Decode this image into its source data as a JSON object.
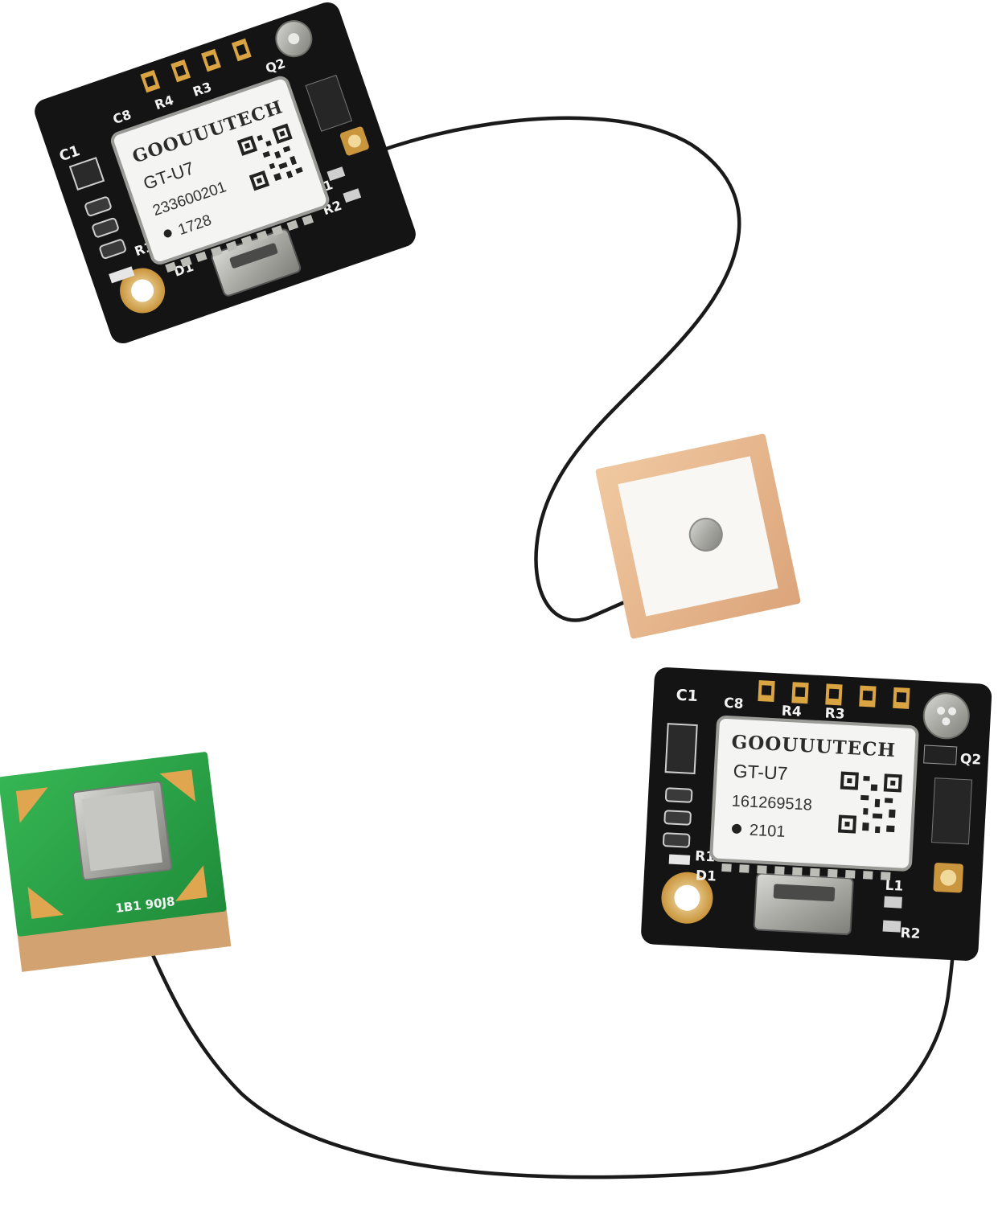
{
  "modules": [
    {
      "brand": "GOOUUUTECH",
      "model": "GT-U7",
      "serial": "233600201",
      "date_code": "1728",
      "silkscreen": {
        "c1": "C1",
        "c8": "C8",
        "r4": "R4",
        "r3": "R3",
        "q2": "Q2",
        "r1": "R1",
        "d1": "D1",
        "l1": "L1",
        "r2": "R2"
      }
    },
    {
      "brand": "GOOUUUTECH",
      "model": "GT-U7",
      "serial": "161269518",
      "date_code": "2101",
      "silkscreen": {
        "c1": "C1",
        "c8": "C8",
        "r4": "R4",
        "r3": "R3",
        "q2": "Q2",
        "r1": "R1",
        "d1": "D1",
        "l1": "L1",
        "r2": "R2"
      }
    }
  ],
  "antenna_small_label": "1B1 90J8",
  "colors": {
    "pcb": "#141414",
    "gold": "#d9a441",
    "ceramic": "#e8b98e",
    "green_pcb": "#2ea84a",
    "shield": "#f4f4f2"
  }
}
